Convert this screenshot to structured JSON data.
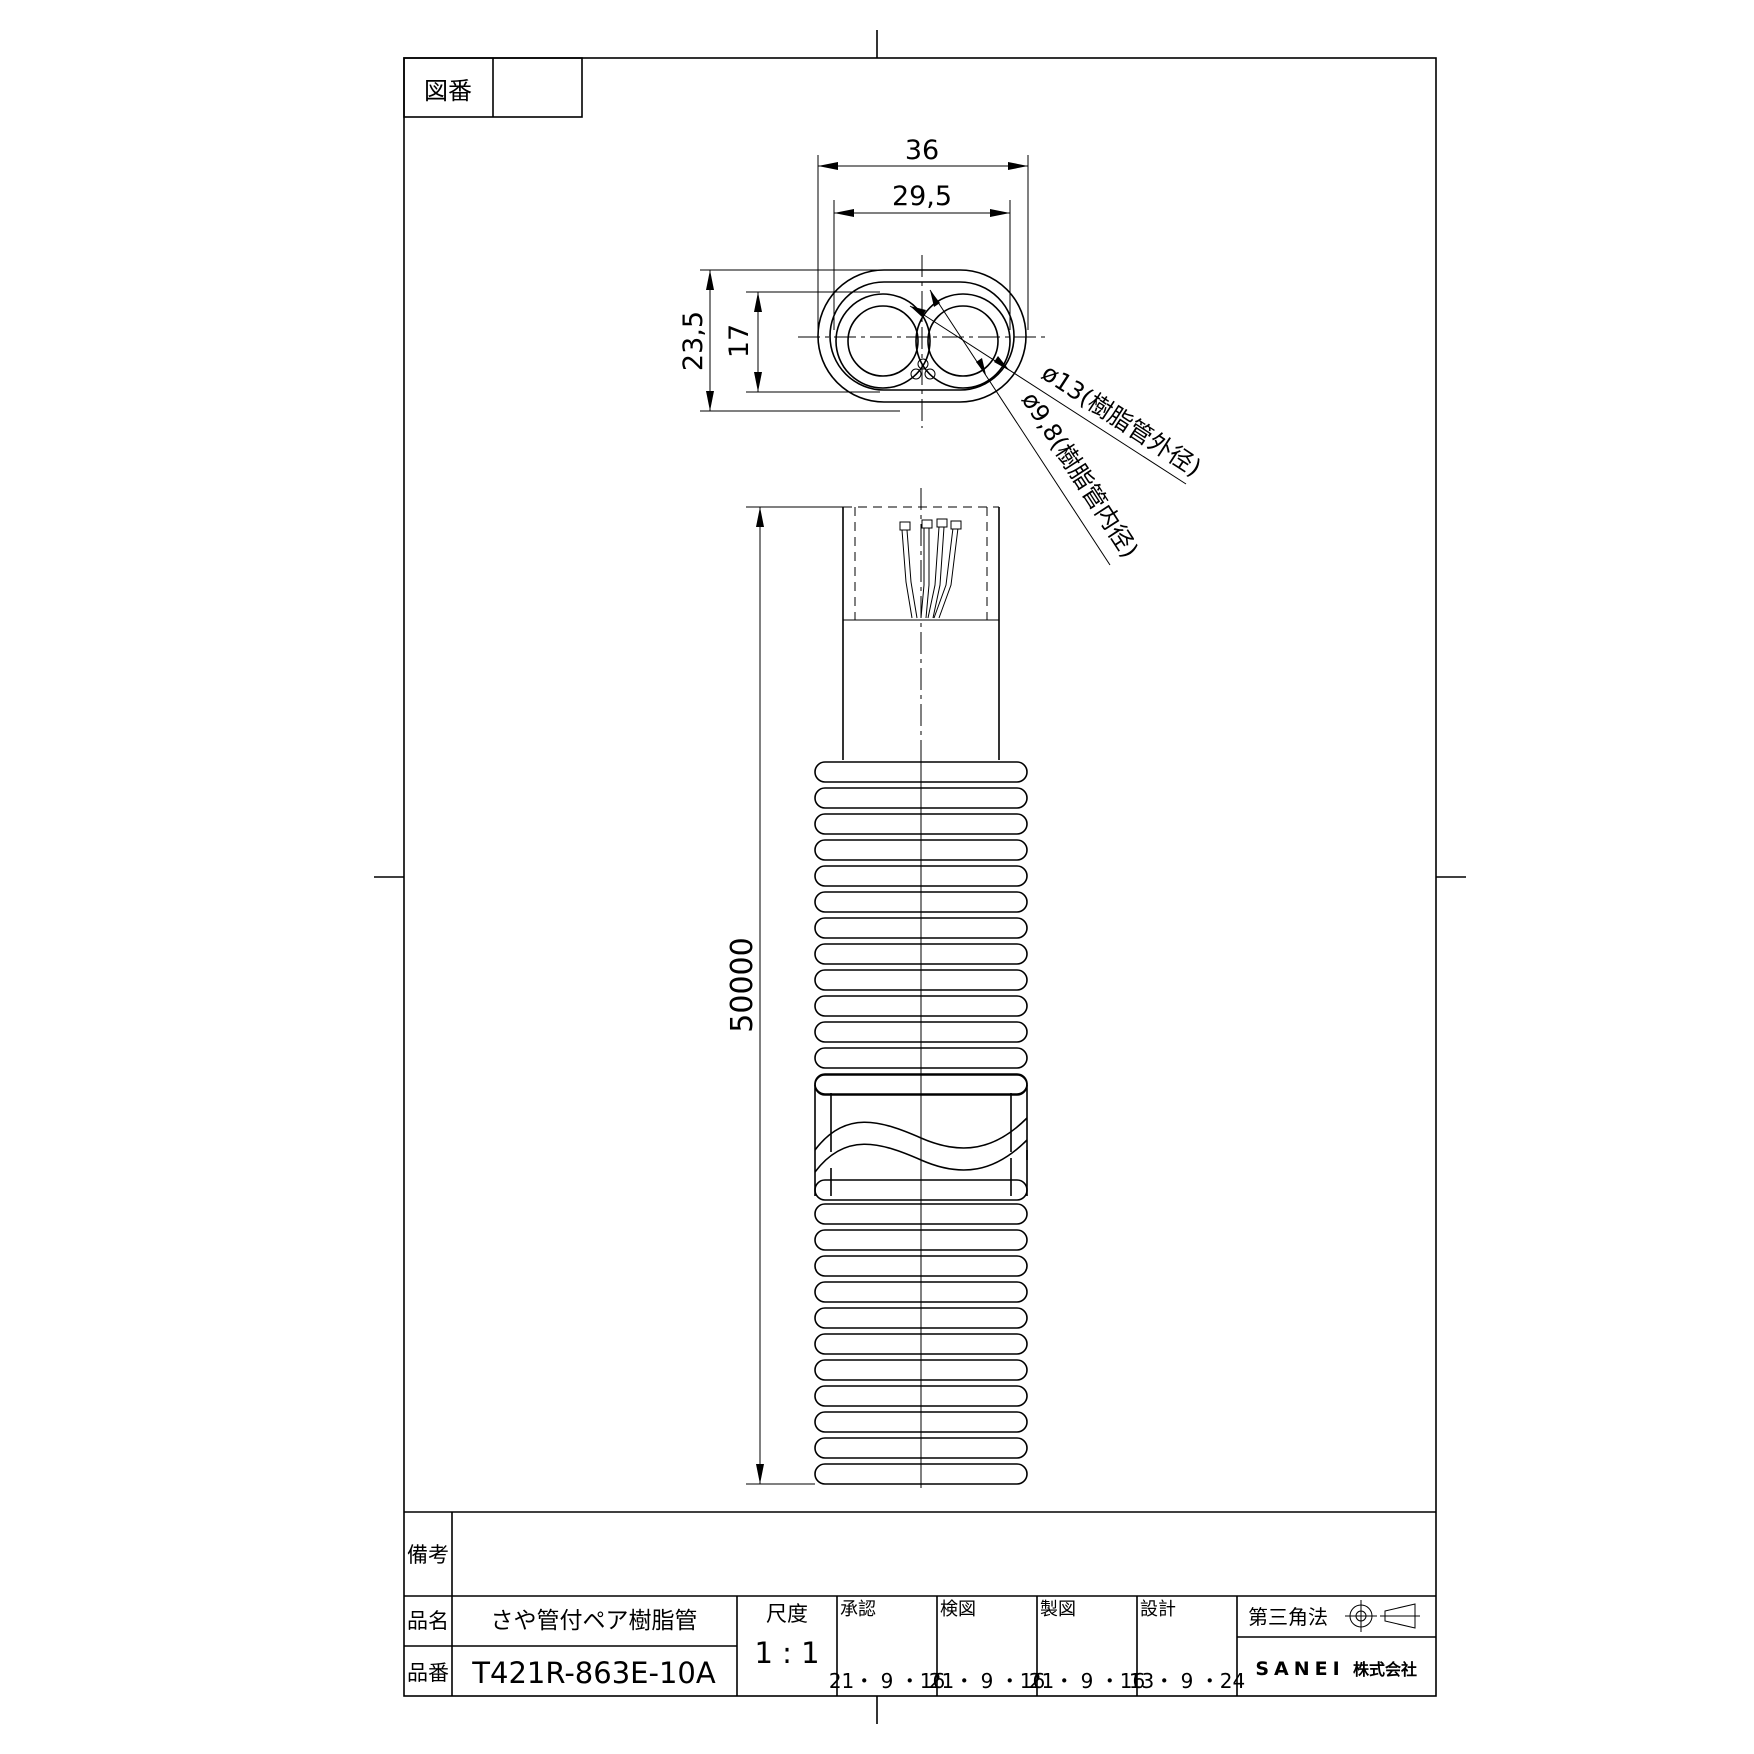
{
  "frame": {
    "drawing_number_label": "図番",
    "drawing_number_value": ""
  },
  "dimensions": {
    "outer_width": "36",
    "inner_width": "29,5",
    "outer_height": "23,5",
    "inner_height": "17",
    "length": "50000",
    "pipe_outer_diameter": "ø13(樹脂管外径)",
    "pipe_inner_diameter": "ø9,8(樹脂管内径)"
  },
  "title_block": {
    "remarks_label": "備考",
    "remarks_value": "",
    "name_label": "品名",
    "name_value": "さや管付ペア樹脂管",
    "number_label": "品番",
    "number_value": "T421R-863E-10A",
    "scale_label": "尺度",
    "scale_value": "1 : 1",
    "approval_label": "承認",
    "approval_date": "21・ 9 ・16",
    "check_label": "検図",
    "check_date": "21・ 9 ・16",
    "drafting_label": "製図",
    "drafting_date": "21・ 9 ・16",
    "design_label": "設計",
    "design_date": "13・ 9 ・24",
    "projection_label": "第三角法",
    "company": "SANEI",
    "company_suffix": "株式会社"
  }
}
